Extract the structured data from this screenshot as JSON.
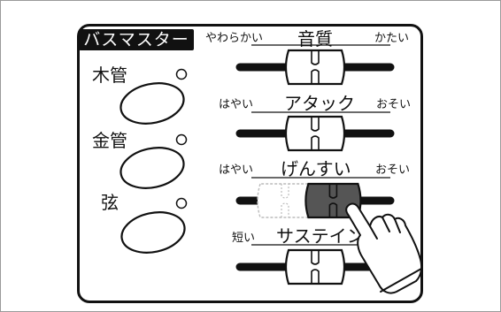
{
  "panel": {
    "title": "バスマスター"
  },
  "instruments": [
    {
      "label": "木管"
    },
    {
      "label": "金管"
    },
    {
      "label": "弦"
    }
  ],
  "sliders": [
    {
      "title": "音質",
      "left_label": "やわらかい",
      "right_label": "かたい",
      "value": 0.5
    },
    {
      "title": "アタック",
      "left_label": "はやい",
      "right_label": "おそい",
      "value": 0.5
    },
    {
      "title": "げんすい",
      "left_label": "はやい",
      "right_label": "おそい",
      "value": 0.62,
      "previous_value": 0.3
    },
    {
      "title": "サステイン",
      "left_label": "短い",
      "right_label": "",
      "value": 0.5
    }
  ],
  "colors": {
    "ink": "#111111",
    "panel_bg": "#ffffff",
    "active_knob": "#555555",
    "ghost_knob": "#bbbbbb"
  },
  "icons": {
    "pointer": "pointing-hand-icon"
  }
}
